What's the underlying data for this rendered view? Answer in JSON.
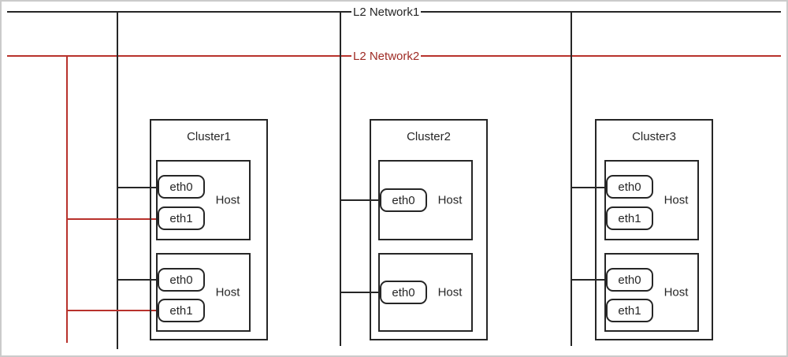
{
  "diagram_type": "network-topology",
  "networks": {
    "net1": {
      "label": "L2 Network1",
      "line_color": "#262626",
      "text_color": "#262626"
    },
    "net2": {
      "label": "L2 Network2",
      "line_color": "#b8322c",
      "text_color": "#9e2b25"
    }
  },
  "clusters": [
    {
      "label": "Cluster1",
      "hosts": [
        {
          "label": "Host",
          "interfaces": [
            {
              "name": "eth0",
              "connected_to": "L2 Network1"
            },
            {
              "name": "eth1",
              "connected_to": "L2 Network2"
            }
          ]
        },
        {
          "label": "Host",
          "interfaces": [
            {
              "name": "eth0",
              "connected_to": "L2 Network1"
            },
            {
              "name": "eth1",
              "connected_to": "L2 Network2"
            }
          ]
        }
      ]
    },
    {
      "label": "Cluster2",
      "hosts": [
        {
          "label": "Host",
          "interfaces": [
            {
              "name": "eth0",
              "connected_to": "L2 Network1"
            }
          ]
        },
        {
          "label": "Host",
          "interfaces": [
            {
              "name": "eth0",
              "connected_to": "L2 Network1"
            }
          ]
        }
      ]
    },
    {
      "label": "Cluster3",
      "hosts": [
        {
          "label": "Host",
          "interfaces": [
            {
              "name": "eth0",
              "connected_to": "L2 Network1"
            },
            {
              "name": "eth1",
              "connected_to": ""
            }
          ]
        },
        {
          "label": "Host",
          "interfaces": [
            {
              "name": "eth0",
              "connected_to": "L2 Network1"
            },
            {
              "name": "eth1",
              "connected_to": ""
            }
          ]
        }
      ]
    }
  ]
}
